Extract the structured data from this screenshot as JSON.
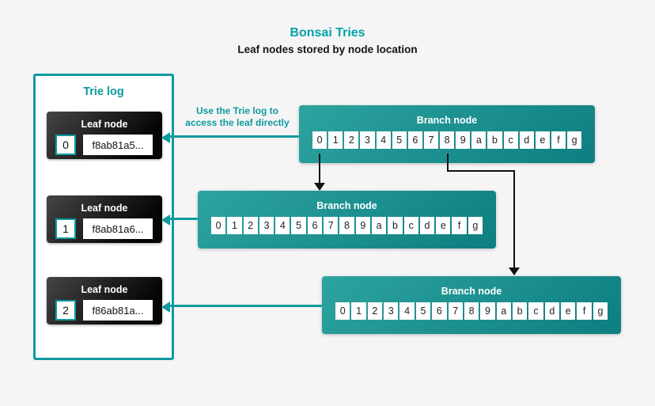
{
  "header": {
    "title": "Bonsai Tries",
    "subtitle": "Leaf nodes stored by node location"
  },
  "colors": {
    "accent": "#0e9a9e",
    "title": "#00a3a9",
    "background": "#f5f5f6",
    "branch_light": "#2da39f",
    "branch_dark": "#0d7e81",
    "leaf_light": "#454545",
    "leaf_dark": "#050505",
    "arrow_black": "#111111"
  },
  "trie_log": {
    "title": "Trie log",
    "leaves": [
      {
        "label": "Leaf node",
        "index": "0",
        "hash": "f8ab81a5..."
      },
      {
        "label": "Leaf node",
        "index": "1",
        "hash": "f8ab81a6..."
      },
      {
        "label": "Leaf node",
        "index": "2",
        "hash": "f86ab81a..."
      }
    ]
  },
  "annotation": "Use the Trie log to access the leaf directly",
  "branches": [
    {
      "label": "Branch node",
      "cells": [
        "0",
        "1",
        "2",
        "3",
        "4",
        "5",
        "6",
        "7",
        "8",
        "9",
        "a",
        "b",
        "c",
        "d",
        "e",
        "f",
        "g"
      ]
    },
    {
      "label": "Branch node",
      "cells": [
        "0",
        "1",
        "2",
        "3",
        "4",
        "5",
        "6",
        "7",
        "8",
        "9",
        "a",
        "b",
        "c",
        "d",
        "e",
        "f",
        "g"
      ]
    },
    {
      "label": "Branch node",
      "cells": [
        "0",
        "1",
        "2",
        "3",
        "4",
        "5",
        "6",
        "7",
        "8",
        "9",
        "a",
        "b",
        "c",
        "d",
        "e",
        "f",
        "g"
      ]
    }
  ]
}
